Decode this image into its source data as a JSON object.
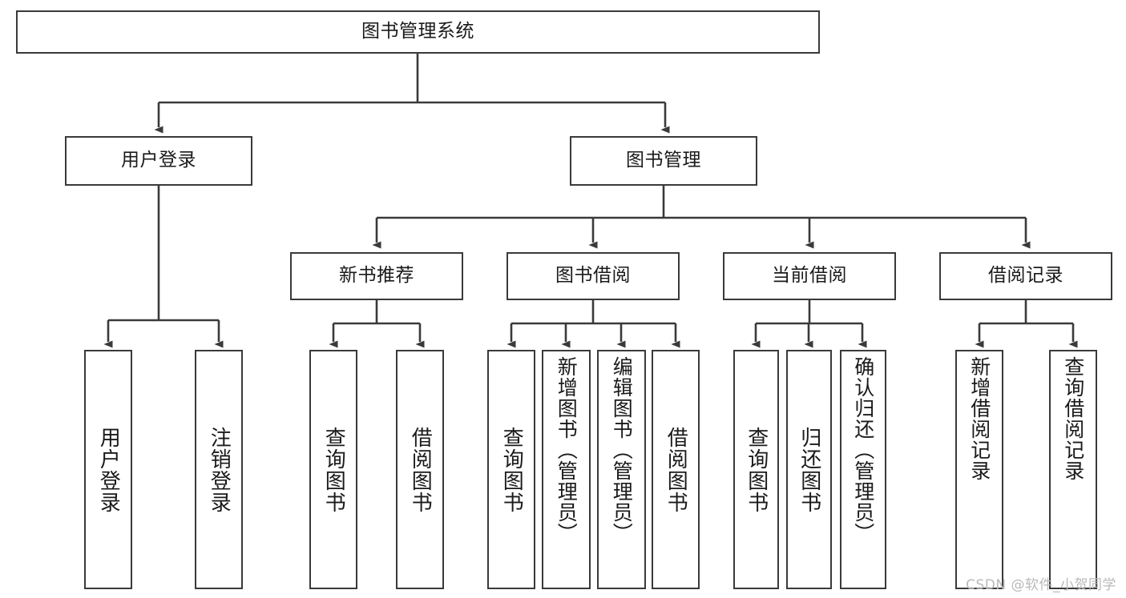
{
  "diagram": {
    "title": "图书管理系统",
    "watermark": "CSDN @软件_小贺同学",
    "line_color": "#3a3a3a",
    "box_fill": "#ffffff",
    "text_color": "#1a1a1a",
    "watermark_color": "#b9b9b9",
    "type": "tree-hierarchy",
    "levels": 4
  },
  "nodes": {
    "root": {
      "label": "图书管理系统"
    },
    "level2": [
      {
        "id": "user-login",
        "label": "用户登录"
      },
      {
        "id": "book-manage",
        "label": "图书管理"
      }
    ],
    "level3": [
      {
        "id": "new-book-recommend",
        "label": "新书推荐"
      },
      {
        "id": "book-borrow",
        "label": "图书借阅"
      },
      {
        "id": "current-borrow",
        "label": "当前借阅"
      },
      {
        "id": "borrow-record",
        "label": "借阅记录"
      }
    ],
    "leaves": {
      "user_login": [
        {
          "id": "leaf-user-login",
          "label": "用户登录"
        },
        {
          "id": "leaf-logout-login",
          "label": "注销登录"
        }
      ],
      "new_book_recommend": [
        {
          "id": "leaf-query-book-1",
          "label": "查询图书"
        },
        {
          "id": "leaf-borrow-book-1",
          "label": "借阅图书"
        }
      ],
      "book_borrow": [
        {
          "id": "leaf-query-book-2",
          "label": "查询图书"
        },
        {
          "id": "leaf-add-book",
          "label": "新增图书（管理员）"
        },
        {
          "id": "leaf-edit-book",
          "label": "编辑图书（管理员）"
        },
        {
          "id": "leaf-borrow-book-2",
          "label": "借阅图书"
        }
      ],
      "current_borrow": [
        {
          "id": "leaf-query-book-3",
          "label": "查询图书"
        },
        {
          "id": "leaf-return-book",
          "label": "归还图书"
        },
        {
          "id": "leaf-confirm-return",
          "label": "确认归还（管理员）"
        }
      ],
      "borrow_record": [
        {
          "id": "leaf-add-record",
          "label": "新增借阅记录"
        },
        {
          "id": "leaf-query-record",
          "label": "查询借阅记录"
        }
      ]
    }
  }
}
